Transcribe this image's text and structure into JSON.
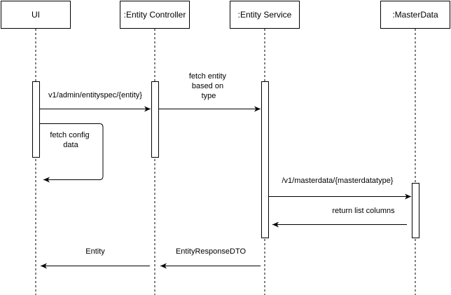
{
  "participants": [
    {
      "label": "UI"
    },
    {
      "label": ":Entity Controller"
    },
    {
      "label": ":Entity Service"
    },
    {
      "label": ":MasterData"
    }
  ],
  "messages": [
    {
      "label": "v1/admin/entityspec/{entity}"
    },
    {
      "label_lines": [
        "fetch entity",
        "based on",
        "type"
      ]
    },
    {
      "label_lines": [
        "fetch config",
        "data"
      ]
    },
    {
      "label": "/v1/masterdata/{masterdatatype}"
    },
    {
      "label": "return list columns"
    },
    {
      "label": "EntityResponseDTO"
    },
    {
      "label": "Entity"
    }
  ]
}
